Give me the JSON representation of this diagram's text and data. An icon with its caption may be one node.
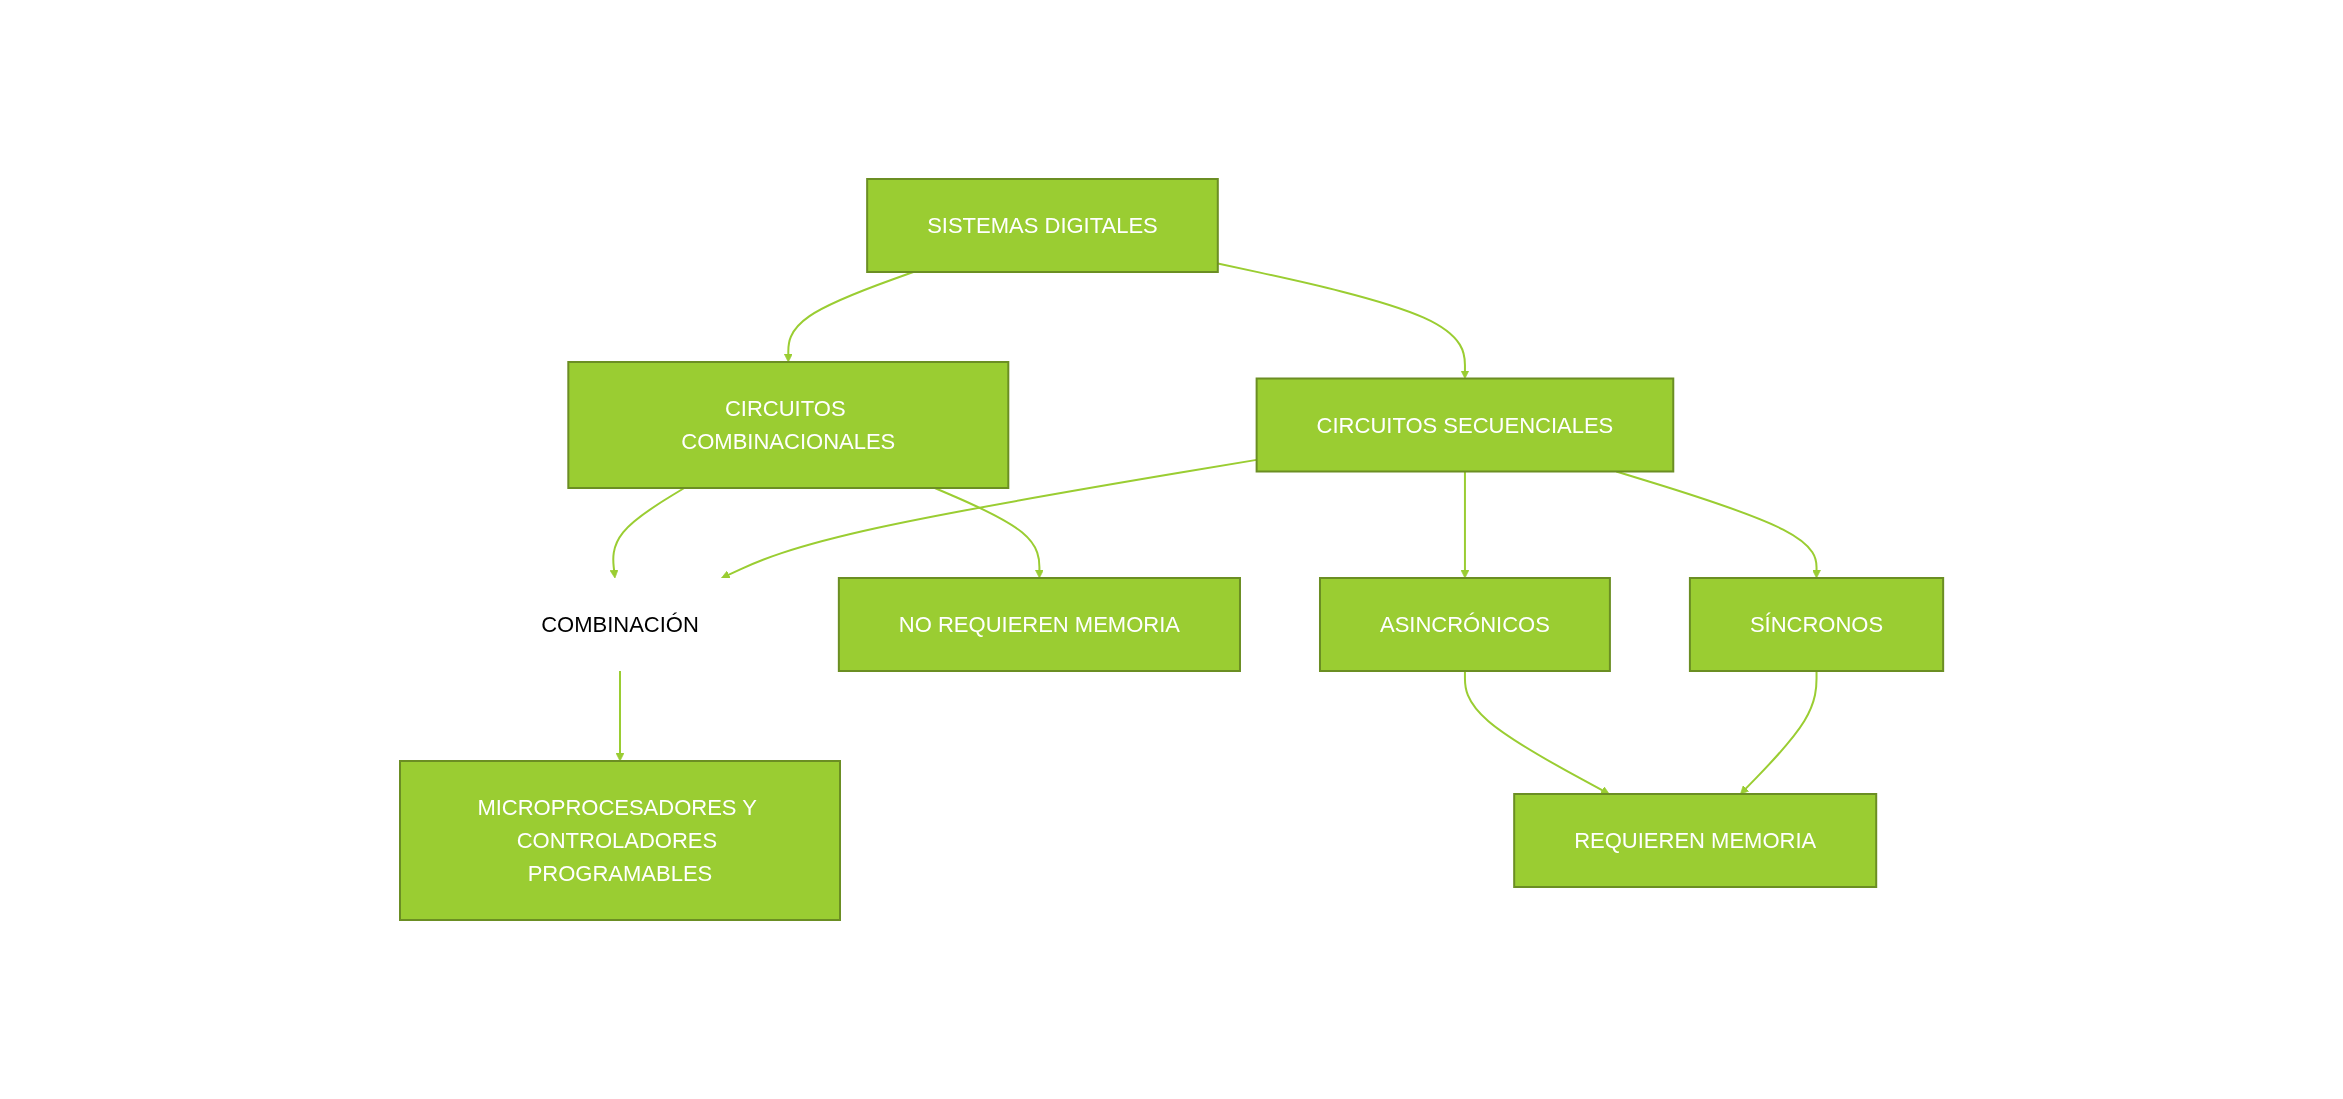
{
  "diagram": {
    "nodes": [
      {
        "text": [
          "SISTEMAS DIGITALES"
        ]
      },
      {
        "text": [
          "CIRCUITOS COMBINACIONALES"
        ]
      },
      {
        "text": [
          "COMBINACIÓN"
        ]
      },
      {
        "text": [
          "CIRCUITOS SECUENCIALES"
        ]
      },
      {
        "text": [
          "NO REQUIEREN MEMORIA"
        ]
      },
      {
        "text": [
          "ASINCRÓNICOS"
        ]
      },
      {
        "text": [
          "SÍNCRONOS"
        ]
      },
      {
        "text": [
          "MICROPROCESADORES Y CONTROLADORES PROGRAMABLES"
        ]
      },
      {
        "text": [
          "REQUIEREN MEMORIA"
        ]
      }
    ],
    "edges": [
      {
        "from": 0,
        "to": 1,
        "arrow": "to"
      },
      {
        "from": 0,
        "to": 3,
        "arrow": "to"
      },
      {
        "from": 1,
        "to": 2,
        "arrow": "to"
      },
      {
        "from": 3,
        "to": 2,
        "arrow": "to"
      },
      {
        "from": 1,
        "to": 4,
        "arrow": "to"
      },
      {
        "from": 2,
        "to": 7,
        "arrow": "to"
      },
      {
        "from": 3,
        "to": 5,
        "arrow": "to"
      },
      {
        "from": 3,
        "to": 6,
        "arrow": "to"
      },
      {
        "from": 5,
        "to": 8,
        "arrow": "to"
      },
      {
        "from": 6,
        "to": 8,
        "arrow": "to"
      }
    ]
  }
}
